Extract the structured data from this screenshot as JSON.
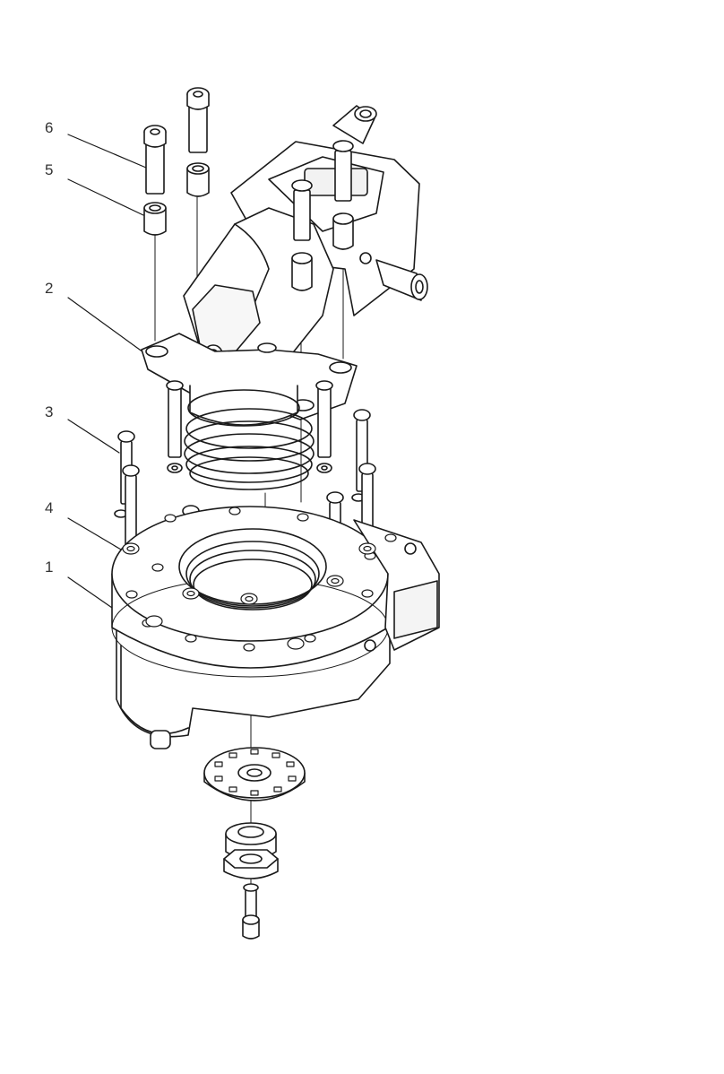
{
  "diagram": {
    "callouts": [
      {
        "id": "6",
        "label": "6"
      },
      {
        "id": "5",
        "label": "5"
      },
      {
        "id": "2",
        "label": "2"
      },
      {
        "id": "3",
        "label": "3"
      },
      {
        "id": "4",
        "label": "4"
      },
      {
        "id": "1",
        "label": "1"
      }
    ],
    "line_color": "#1a1a1a",
    "fill_color": "#ffffff",
    "shade_color": "#d9d9d9"
  }
}
